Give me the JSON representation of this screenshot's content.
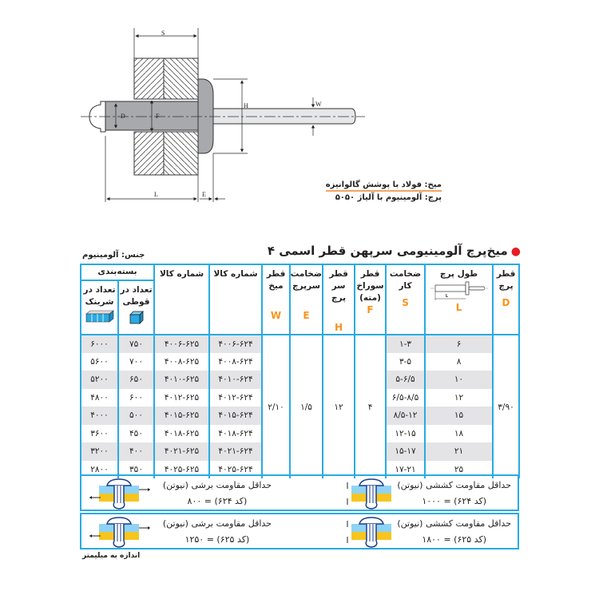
{
  "diagram": {
    "labels": {
      "S": "S",
      "D": "D",
      "F": "F",
      "H": "H",
      "W": "W",
      "L": "L",
      "E": "E"
    }
  },
  "materials": {
    "mandrel": "میخ: فولاد با پوشش گالوانیزه",
    "body": "پرچ: آلومینیوم با آلیاژ ۵۰۵۰"
  },
  "title": "میخ‌پرچ آلومینیومی سرپهن قطر اسمی ۴",
  "material_label": "جنس: آلومینیوم",
  "colors": {
    "border": "#29abe2",
    "accent": "#f7941d",
    "bullet": "#e31e24",
    "shade": "#e4e4e6"
  },
  "headers": {
    "D": {
      "label": "قطر پرچ",
      "letter": "D"
    },
    "L": {
      "label": "طول پرچ",
      "letter": "L"
    },
    "S": {
      "label": "ضخامت کار",
      "letter": "S"
    },
    "F": {
      "label": "قطر سوراخ (مته)",
      "letter": "F"
    },
    "H": {
      "label": "قطر سر پرچ",
      "letter": "H"
    },
    "E": {
      "label": "ضخامت سرپرچ",
      "letter": "E"
    },
    "W": {
      "label": "قطر میخ",
      "letter": "W"
    },
    "code624": "شماره کالا",
    "code625": "شماره کالا",
    "packaging": "بسته‌بندی",
    "box": "تعداد در قوطی",
    "shrink": "تعداد در شرینک"
  },
  "merged": {
    "D": "۳/۹۰",
    "F": "۴",
    "H": "۱۲",
    "E": "۱/۵",
    "W": "۲/۱۰"
  },
  "rows": [
    {
      "L": "۶",
      "S": "۱-۳",
      "code624": "۴۰۰۶-۶۲۴",
      "code625": "۴۰۰۶-۶۲۵",
      "box": "۷۵۰",
      "shrink": "۶۰۰۰"
    },
    {
      "L": "۸",
      "S": "۳-۵",
      "code624": "۴۰۰۸-۶۲۴",
      "code625": "۴۰۰۸-۶۲۵",
      "box": "۷۰۰",
      "shrink": "۵۶۰۰"
    },
    {
      "L": "۱۰",
      "S": "۵-۶/۵",
      "code624": "۴۰۱۰-۶۲۴",
      "code625": "۴۰۱۰-۶۲۵",
      "box": "۶۵۰",
      "shrink": "۵۲۰۰"
    },
    {
      "L": "۱۲",
      "S": "۶/۵-۸/۵",
      "code624": "۴۰۱۲-۶۲۴",
      "code625": "۴۰۱۲-۶۲۵",
      "box": "۶۰۰",
      "shrink": "۴۸۰۰"
    },
    {
      "L": "۱۵",
      "S": "۸/۵-۱۲",
      "code624": "۴۰۱۵-۶۲۴",
      "code625": "۴۰۱۵-۶۲۵",
      "box": "۵۰۰",
      "shrink": "۴۰۰۰"
    },
    {
      "L": "۱۸",
      "S": "۱۲-۱۵",
      "code624": "۴۰۱۸-۶۲۴",
      "code625": "۴۰۱۸-۶۲۵",
      "box": "۴۵۰",
      "shrink": "۳۶۰۰"
    },
    {
      "L": "۲۱",
      "S": "۱۵-۱۷",
      "code624": "۴۰۲۱-۶۲۴",
      "code625": "۴۰۲۱-۶۲۵",
      "box": "۴۰۰",
      "shrink": "۳۲۰۰"
    },
    {
      "L": "۲۵",
      "S": "۱۷-۲۱",
      "code624": "۴۰۲۵-۶۲۴",
      "code625": "۴۰۲۵-۶۲۵",
      "box": "۳۵۰",
      "shrink": "۲۸۰۰"
    }
  ],
  "strength": [
    {
      "tensile_label": "حداقل مقاومت کششی (نیوتن)",
      "tensile_value": "(کد ۶۲۴) = ۱۰۰۰",
      "shear_label": "حداقل مقاومت برشی (نیوتن)",
      "shear_value": "(کد ۶۲۴) = ۸۰۰"
    },
    {
      "tensile_label": "حداقل مقاومت کششی (نیوتن)",
      "tensile_value": "(کد ۶۲۵) = ۱۸۰۰",
      "shear_label": "حداقل مقاومت برشی (نیوتن)",
      "shear_value": "(کد ۶۲۵) = ۱۲۵۰"
    }
  ],
  "note": "اندازه به میلیمتر"
}
